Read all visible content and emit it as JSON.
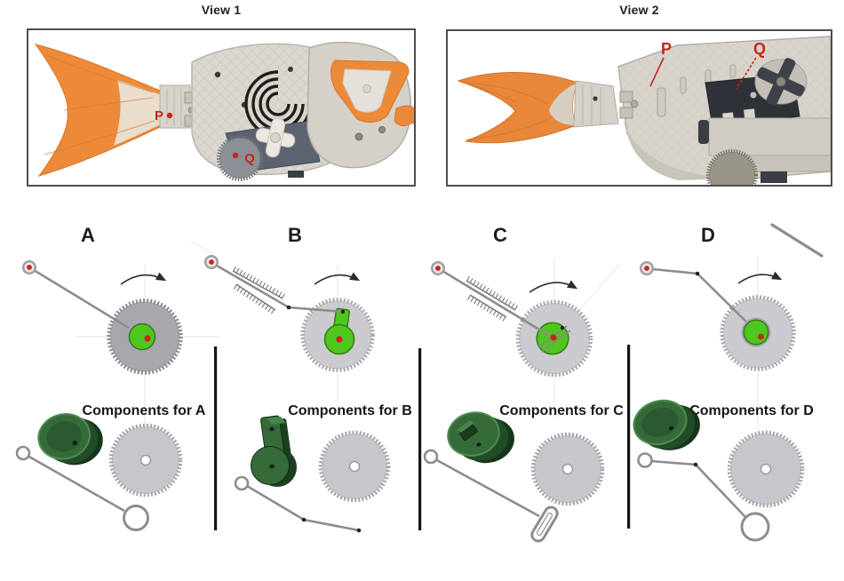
{
  "figure": {
    "views": {
      "view1": {
        "title": "View 1",
        "label_p": "P",
        "label_q": "Q"
      },
      "view2": {
        "title": "View 2",
        "label_p": "P",
        "label_q": "Q"
      }
    },
    "mechanisms": [
      {
        "letter": "A",
        "components_title": "Components for A"
      },
      {
        "letter": "B",
        "components_title": "Components for B"
      },
      {
        "letter": "C",
        "components_title": "Components for C"
      },
      {
        "letter": "D",
        "components_title": "Components for D"
      }
    ],
    "colors": {
      "label_red": "#c9241a",
      "fish_orange": "#ec8a38",
      "cam_green_bright": "#4fc61e",
      "cam_green_dark": "#2f6333",
      "gear_gray_light": "#cbcbcf",
      "gear_gray_dark": "#a8a8ac"
    }
  }
}
